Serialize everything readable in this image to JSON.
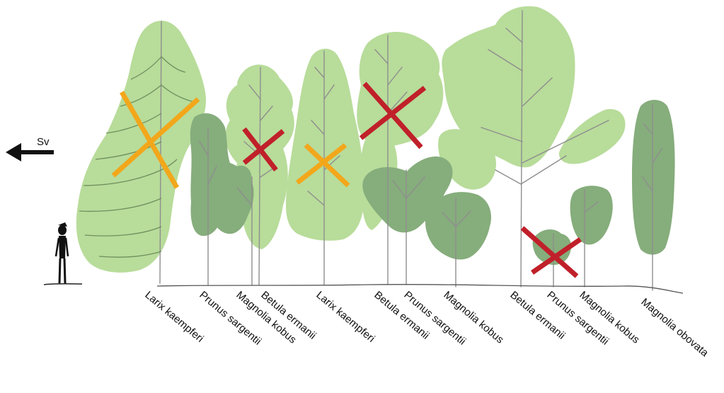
{
  "direction": {
    "label": "Sv",
    "arrow_icon": "arrow-left-icon"
  },
  "colors": {
    "light_green": "#b8dc9a",
    "dark_green": "#86ad7c",
    "trunk": "#8e8e8e",
    "vein": "#6f8f5f",
    "orange_cross": "#f2a71b",
    "red_cross": "#c0202a",
    "ground": "#555555"
  },
  "trees": [
    {
      "name": "Larix kaempferi",
      "tone": "light",
      "cross": "orange"
    },
    {
      "name": "Prunus sargentii",
      "tone": "dark",
      "cross": "none"
    },
    {
      "name": "Magnolia kobus",
      "tone": "dark",
      "cross": "none"
    },
    {
      "name": "Betula ermanii",
      "tone": "light",
      "cross": "red"
    },
    {
      "name": "Larix kaempferi",
      "tone": "light",
      "cross": "orange"
    },
    {
      "name": "Betula ermanii",
      "tone": "light",
      "cross": "red"
    },
    {
      "name": "Prunus sargentii",
      "tone": "dark",
      "cross": "none"
    },
    {
      "name": "Magnolia kobus",
      "tone": "dark",
      "cross": "none"
    },
    {
      "name": "Betula ermanii",
      "tone": "light",
      "cross": "none"
    },
    {
      "name": "Prunus sargentii",
      "tone": "dark",
      "cross": "red"
    },
    {
      "name": "Magnolia kobus",
      "tone": "dark",
      "cross": "none"
    },
    {
      "name": "Magnolia obovata",
      "tone": "dark",
      "cross": "none"
    }
  ]
}
